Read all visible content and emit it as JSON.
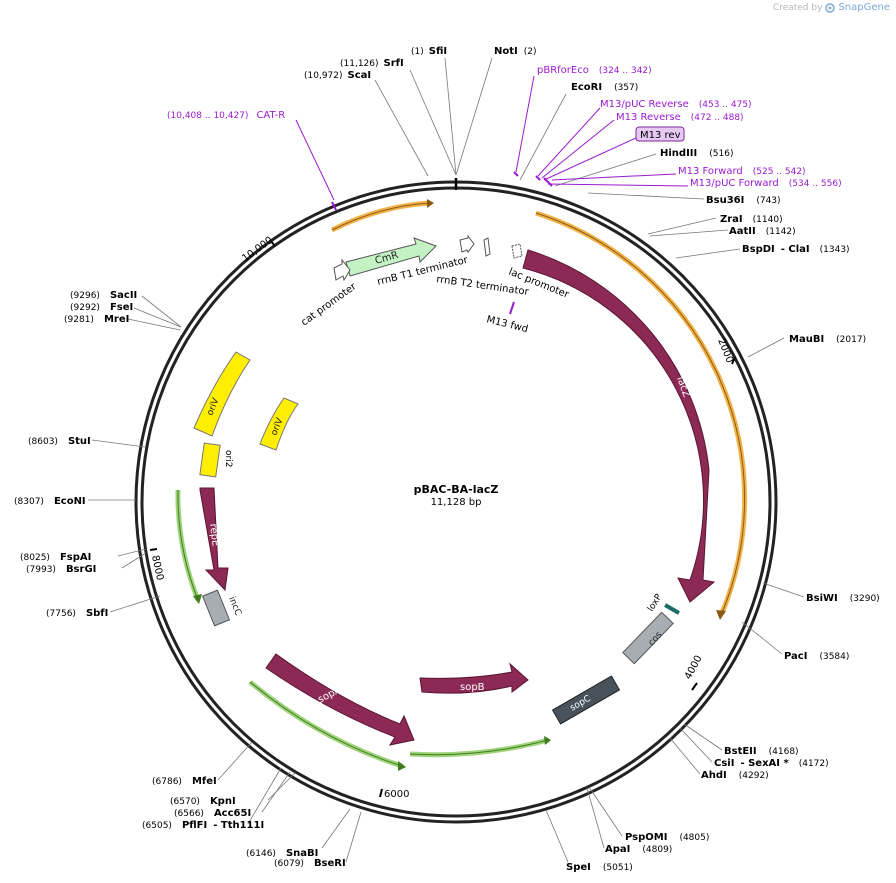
{
  "watermark": {
    "prefix": "Created by",
    "brand": "SnapGene"
  },
  "plasmid": {
    "name": "pBAC-BA-lacZ",
    "length_label": "11,128 bp",
    "length": 11128
  },
  "tick_labels": [
    "2000",
    "4000",
    "6000",
    "8000",
    "10,000"
  ],
  "colors": {
    "maroon": "#8c2a55",
    "yellow": "#ffee00",
    "orange": "#f2b24a",
    "green_light": "#9fd47c",
    "green_dark": "#3e7c1a",
    "gray": "#a8adb4",
    "slate": "#48525a",
    "mint": "#c4f2c4",
    "purple": "#9a1ad0",
    "teal": "#1a6a66"
  },
  "features": {
    "cmr": "CmR",
    "lacz": "lacZ",
    "repe": "repE",
    "incc": "incC",
    "sopa": "sopA",
    "sopb": "sopB",
    "sopc": "sopC",
    "cos": "cos",
    "loxp": "loxP",
    "oriv_outer": "oriV",
    "oriv_inner": "oriV",
    "ori2": "ori2",
    "cat_promoter": "cat promoter",
    "rrnb_t1": "rrnB T1 terminator",
    "rrnb_t2": "rrnB T2 terminator",
    "lac_promoter": "lac promoter",
    "m13_fwd": "M13 fwd"
  },
  "sites": [
    {
      "name": "SfiI",
      "pos": "(1)"
    },
    {
      "name": "NotI",
      "pos": "(2)"
    },
    {
      "name": "SrfI",
      "pos": "(11,126)"
    },
    {
      "name": "ScaI",
      "pos": "(10,972)"
    },
    {
      "name": "EcoRI",
      "pos": "(357)"
    },
    {
      "name": "HindIII",
      "pos": "(516)"
    },
    {
      "name": "Bsu36I",
      "pos": "(743)"
    },
    {
      "name": "ZraI",
      "pos": "(1140)"
    },
    {
      "name": "AatII",
      "pos": "(1142)"
    },
    {
      "name": "BspDI",
      "suffix": "- ClaI",
      "pos": "(1343)"
    },
    {
      "name": "MauBI",
      "pos": "(2017)"
    },
    {
      "name": "BsiWI",
      "pos": "(3290)"
    },
    {
      "name": "PacI",
      "pos": "(3584)"
    },
    {
      "name": "BstEII",
      "pos": "(4168)"
    },
    {
      "name": "CsiI",
      "suffix": "- SexAI *",
      "pos": "(4172)"
    },
    {
      "name": "AhdI",
      "pos": "(4292)"
    },
    {
      "name": "PspOMI",
      "pos": "(4805)"
    },
    {
      "name": "ApaI",
      "pos": "(4809)"
    },
    {
      "name": "SpeI",
      "pos": "(5051)"
    },
    {
      "name": "SnaBI",
      "pos": "(6146)"
    },
    {
      "name": "BseRI",
      "pos": "(6079)"
    },
    {
      "name": "KpnI",
      "pos": "(6570)"
    },
    {
      "name": "Acc65I",
      "pos": "(6566)"
    },
    {
      "name": "PflFI",
      "suffix": "- Tth111I",
      "pos": "(6505)"
    },
    {
      "name": "MfeI",
      "pos": "(6786)"
    },
    {
      "name": "SbfI",
      "pos": "(7756)"
    },
    {
      "name": "FspAI",
      "pos": "(8025)"
    },
    {
      "name": "BsrGI",
      "pos": "(7993)"
    },
    {
      "name": "EcoNI",
      "pos": "(8307)"
    },
    {
      "name": "StuI",
      "pos": "(8603)"
    },
    {
      "name": "SacII",
      "pos": "(9296)"
    },
    {
      "name": "FseI",
      "pos": "(9292)"
    },
    {
      "name": "MreI",
      "pos": "(9281)"
    }
  ],
  "primers": [
    {
      "name": "CAT-R",
      "range": "(10,408 .. 10,427)"
    },
    {
      "name": "pBRforEco",
      "range": "(324 .. 342)"
    },
    {
      "name": "M13/pUC Reverse",
      "range": "(453 .. 475)"
    },
    {
      "name": "M13 Reverse",
      "range": "(472 .. 488)"
    },
    {
      "name": "M13 rev",
      "range": ""
    },
    {
      "name": "M13 Forward",
      "range": "(525 .. 542)"
    },
    {
      "name": "M13/pUC Forward",
      "range": "(534 .. 556)"
    }
  ]
}
